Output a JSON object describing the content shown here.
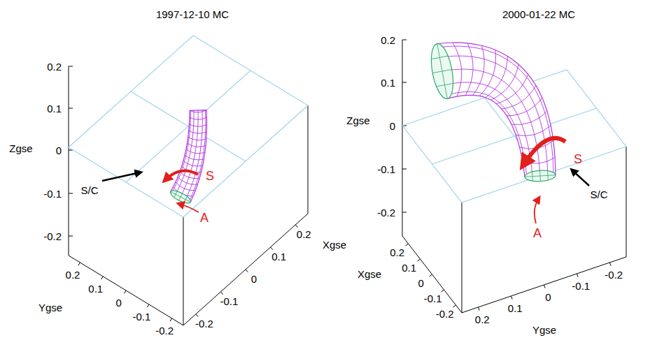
{
  "diagram": {
    "labels": [
      "1997-12-10 MC",
      "0.2",
      "0.1",
      "0",
      "-0.1",
      "-0.2",
      "Zgse",
      "0.2",
      "0.1",
      "0",
      "-0.1",
      "-0.2",
      "Ygse",
      "-0.2",
      "-0.1",
      "0",
      "0.1",
      "0.2",
      "Xgse",
      "S",
      "S/C",
      "A",
      "2000-01-22 MC",
      "0.2",
      "0.1",
      "0",
      "-0.1",
      "-0.2",
      "Zgse",
      "0.2",
      "0.1",
      "0",
      "-0.1",
      "-0.2",
      "Xgse",
      "0.2",
      "0.1",
      "0",
      "-0.1",
      "-0.2",
      "Ygse",
      "S",
      "S/C",
      "A"
    ]
  }
}
